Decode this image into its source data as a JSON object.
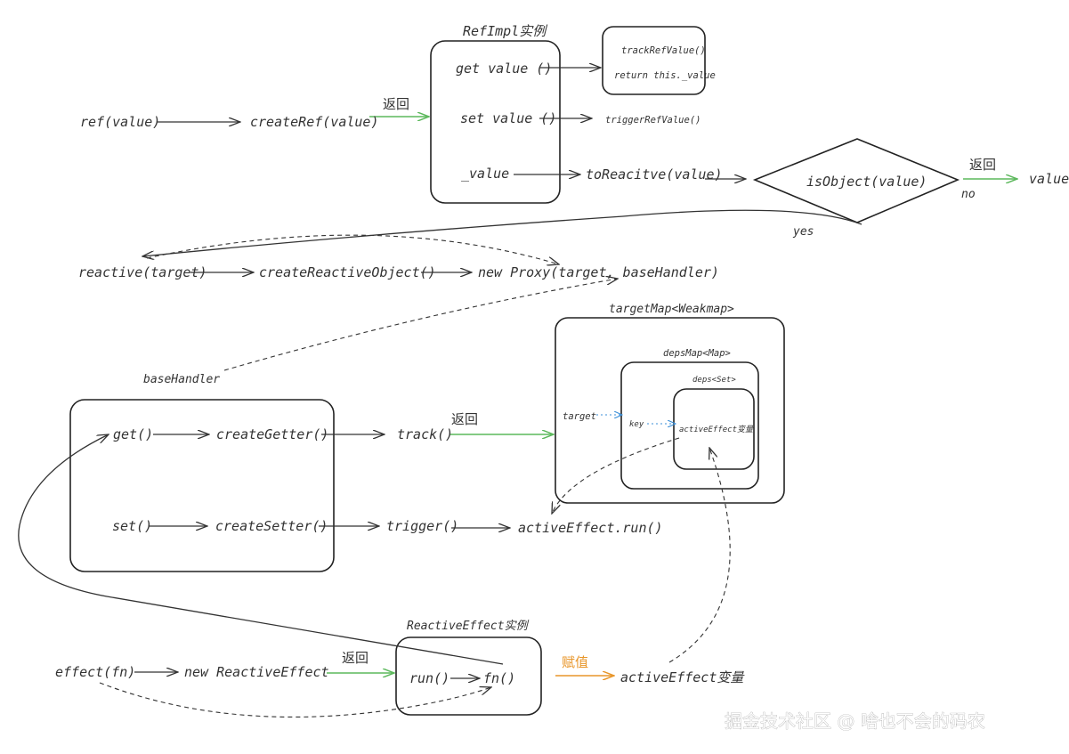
{
  "nodes": {
    "ref_value": "ref(value)",
    "create_ref": "createRef(value)",
    "refimpl_title": "RefImpl实例",
    "get_value": "get value ()",
    "set_value": "set value ()",
    "underscore_value": "_value",
    "track_ref_value": "trackRefValue()",
    "return_this_value": "return this._value",
    "trigger_ref_value": "triggerRefValue()",
    "to_reactive": "toReacitve(value)",
    "is_object": "isObject(value)",
    "value_out": "value",
    "reactive_target": "reactive(target)",
    "create_reactive_object": "createReactiveObject()",
    "new_proxy": "new Proxy(target, baseHandler)",
    "base_handler_title": "baseHandler",
    "get_fn": "get()",
    "create_getter": "createGetter()",
    "track": "track()",
    "set_fn": "set()",
    "create_setter": "createSetter()",
    "trigger": "trigger()",
    "active_effect_run": "activeEffect.run()",
    "target_map_title": "targetMap<Weakmap>",
    "deps_map_title": "depsMap<Map>",
    "deps_set_title": "deps<Set>",
    "target_label": "target",
    "key_label": "key",
    "active_effect_var_small": "activeEffect变量",
    "effect_fn": "effect(fn)",
    "new_reactive_effect": "new ReactiveEffect",
    "reactive_effect_title": "ReactiveEffect实例",
    "run_fn": "run()",
    "fn_call": "fn()",
    "active_effect_var": "activeEffect变量"
  },
  "edge_labels": {
    "return1": "返回",
    "return2": "返回",
    "return3": "返回",
    "return4": "返回",
    "no": "no",
    "yes": "yes",
    "assign": "赋值"
  },
  "watermark": "掘金技术社区 @ 啥也不会的码农",
  "colors": {
    "ink": "#333333",
    "return_arrow": "#5cb85c",
    "assign_arrow": "#e8962a",
    "key_link": "#3b8fd8"
  }
}
